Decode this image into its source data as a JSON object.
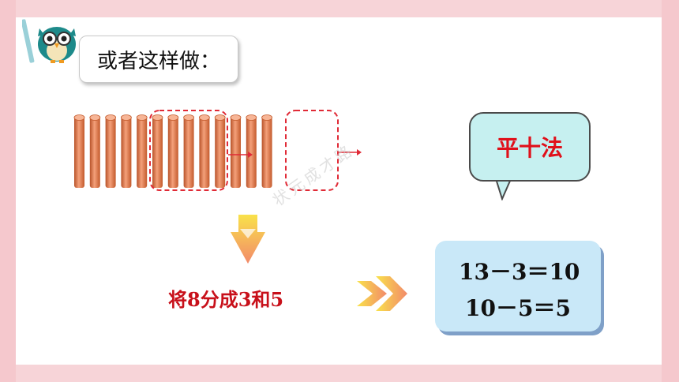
{
  "title": "或者这样做：",
  "method_label": "平十法",
  "split_text": "将8分成3和5",
  "equations": [
    "13－3＝10",
    "10－5＝5"
  ],
  "watermark": "状元成才路",
  "sticks": {
    "total": 13,
    "grouped": 5
  },
  "colors": {
    "background": "#f7d4d8",
    "stick": "#e8875a",
    "dashed_box": "#e02a36",
    "bubble_fill": "#c6f0f0",
    "result_fill": "#c9e8f8",
    "text_red": "#c8101a"
  }
}
